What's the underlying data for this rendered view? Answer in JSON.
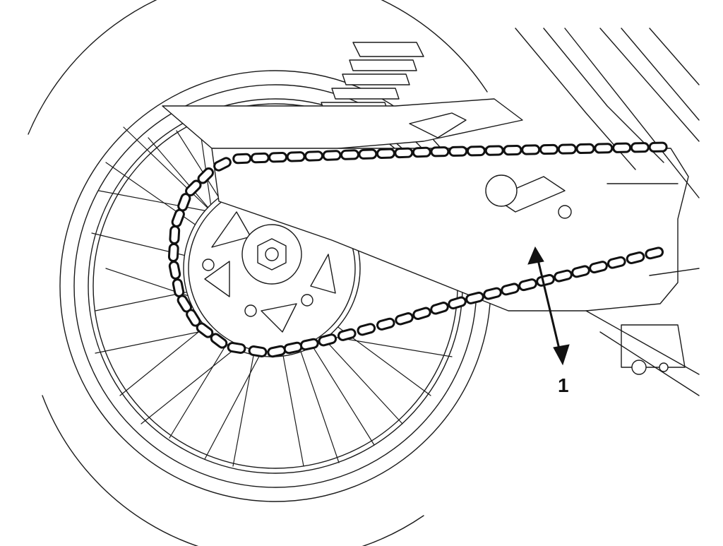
{
  "figure": {
    "callout_label": "1",
    "colors": {
      "line": "#1a1a1a",
      "background": "#ffffff"
    },
    "parts": [
      "rear-tire",
      "rim",
      "spokes",
      "rear-sprocket",
      "axle-nut",
      "swingarm",
      "shock-absorber",
      "chain-guard",
      "drive-chain",
      "slack-arrow",
      "frame"
    ]
  }
}
